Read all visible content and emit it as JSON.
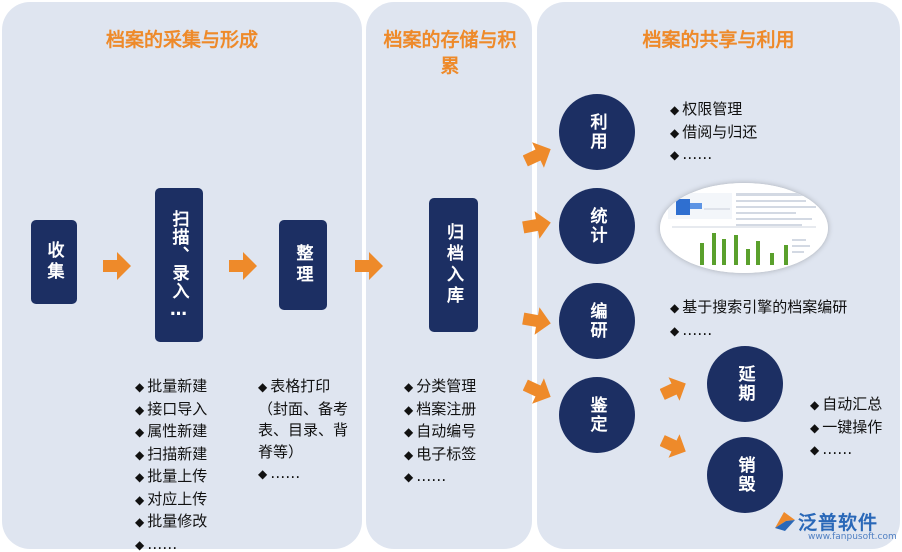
{
  "sections": [
    {
      "title": "档案的采集与形成"
    },
    {
      "title": "档案的存储与积累"
    },
    {
      "title": "档案的共享与利用"
    }
  ],
  "stage_boxes": {
    "collect": "收集",
    "scan": "扫描、录入…",
    "organize": "整理",
    "archive": "归档入库"
  },
  "circles": {
    "use": "利用",
    "stats": "统计",
    "compile": "编研",
    "appraise": "鉴定",
    "extend": "延期",
    "destroy": "销毁"
  },
  "lists": {
    "scan_items": [
      "批量新建",
      "接口导入",
      "属性新建",
      "扫描新建",
      "批量上传",
      "对应上传",
      "批量修改",
      "……"
    ],
    "organize_items": [
      "表格打印（封面、备考表、目录、背脊等）",
      "……"
    ],
    "archive_items": [
      "分类管理",
      "档案注册",
      "自动编号",
      "电子标签",
      "……"
    ],
    "use_items": [
      "权限管理",
      "借阅与归还",
      "……"
    ],
    "compile_items": [
      "基于搜索引擎的档案编研",
      "……"
    ],
    "extend_items": [
      "自动汇总",
      "一键操作",
      "……"
    ]
  },
  "bullet_symbol": "◆",
  "logo": {
    "name": "泛普软件",
    "url": "www.fanpusoft.com"
  },
  "colors": {
    "panel_bg": "#dfe5f0",
    "navy": "#1c2f63",
    "orange": "#ee8a2a",
    "title_orange": "#ee8a2a",
    "logo_blue": "#2a68b8"
  }
}
